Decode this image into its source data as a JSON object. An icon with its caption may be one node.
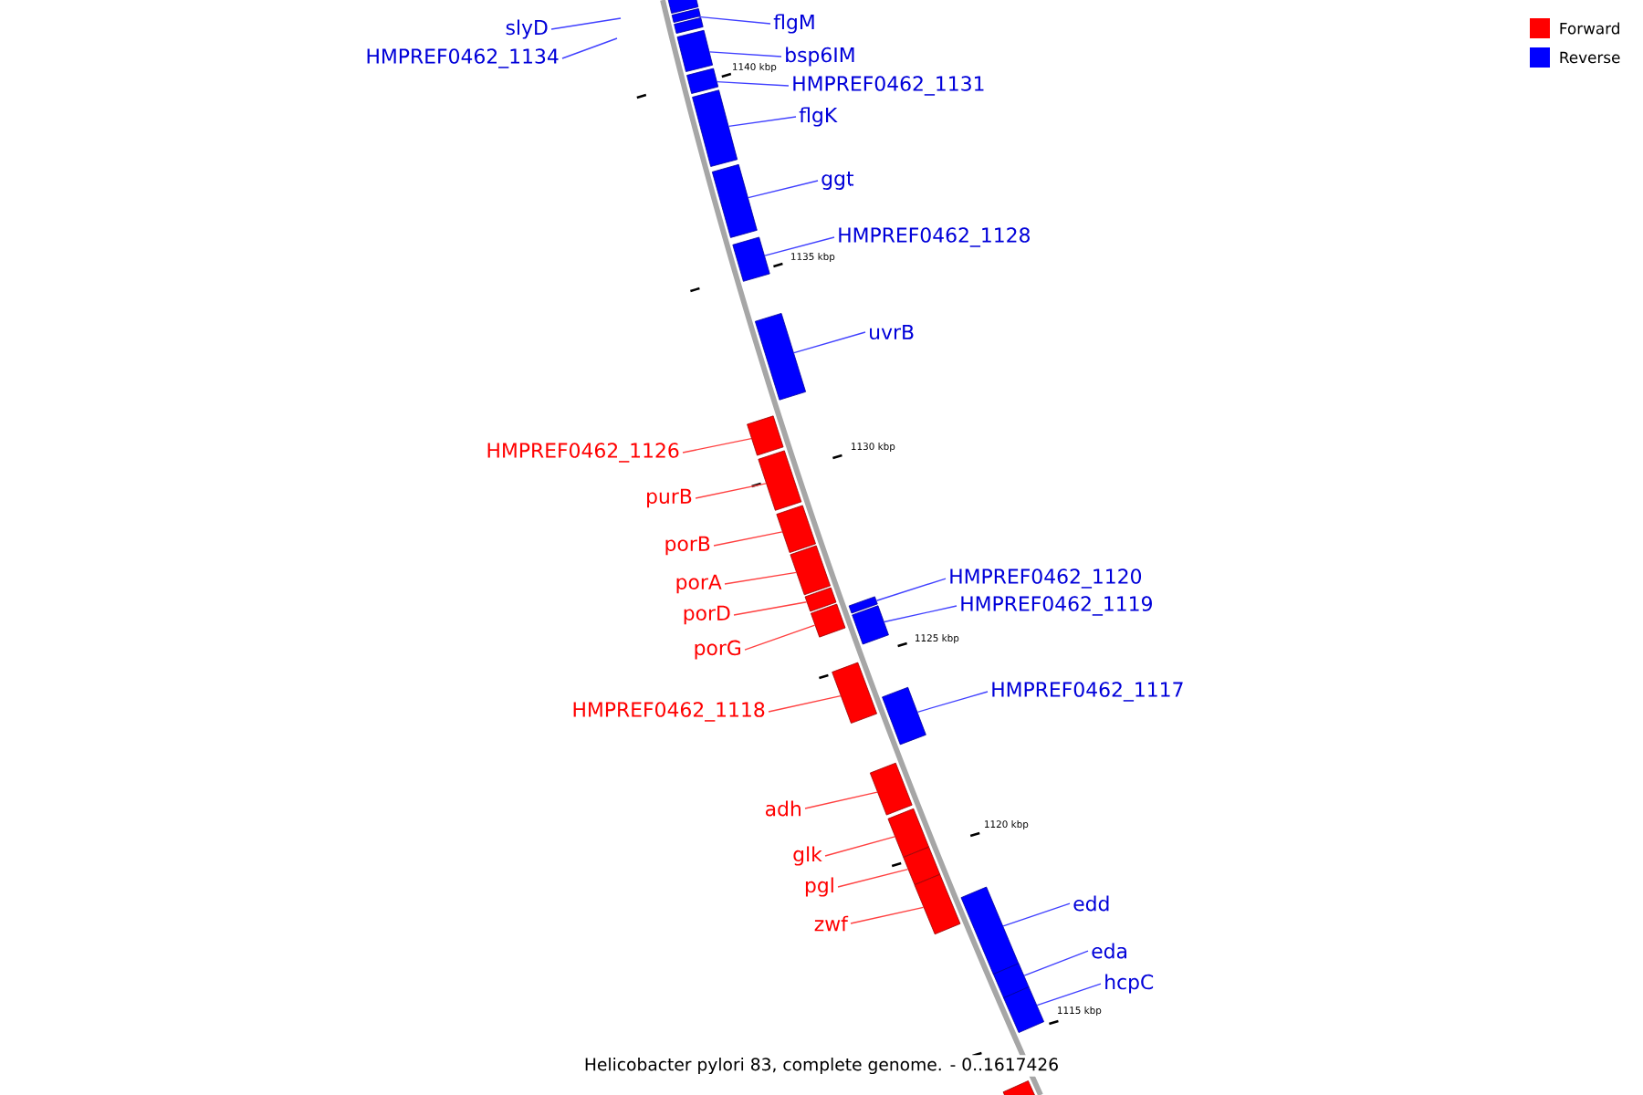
{
  "diagram": {
    "caption": "Helicobacter pylori 83, complete genome. - 0..1617426",
    "nodes": [
      {
        "text": [
          "slyD"
        ]
      },
      {
        "text": [
          "flgM"
        ]
      },
      {
        "text": [
          "HMPREF0462_1134"
        ]
      },
      {
        "text": [
          "bsp6IM"
        ]
      },
      {
        "text": [
          "HMPREF0462_1131"
        ]
      },
      {
        "text": [
          "flgK"
        ]
      },
      {
        "text": [
          "ggt"
        ]
      },
      {
        "text": [
          "HMPREF0462_1128"
        ]
      },
      {
        "text": [
          "uvrB"
        ]
      },
      {
        "text": [
          "HMPREF0462_1126"
        ]
      },
      {
        "text": [
          "purB"
        ]
      },
      {
        "text": [
          "porB"
        ]
      },
      {
        "text": [
          "HMPREF0462_1120"
        ]
      },
      {
        "text": [
          "porA"
        ]
      },
      {
        "text": [
          "HMPREF0462_1119"
        ]
      },
      {
        "text": [
          "porD"
        ]
      },
      {
        "text": [
          "porG"
        ]
      },
      {
        "text": [
          "HMPREF0462_1117"
        ]
      },
      {
        "text": [
          "HMPREF0462_1118"
        ]
      },
      {
        "text": [
          "adh"
        ]
      },
      {
        "text": [
          "glk"
        ]
      },
      {
        "text": [
          "pgl"
        ]
      },
      {
        "text": [
          "edd"
        ]
      },
      {
        "text": [
          "zwf"
        ]
      },
      {
        "text": [
          "eda"
        ]
      },
      {
        "text": [
          "hcpC"
        ]
      },
      {
        "text": [],
        "shape": "box"
      },
      {
        "text": [],
        "shape": "box"
      },
      {
        "text": [],
        "shape": "box"
      },
      {
        "text": [],
        "shape": "box"
      },
      {
        "text": [],
        "shape": "box"
      },
      {
        "text": [],
        "shape": "box"
      },
      {
        "text": [],
        "shape": "box"
      },
      {
        "text": [],
        "shape": "box"
      },
      {
        "text": [],
        "shape": "box"
      },
      {
        "text": [],
        "shape": "box"
      },
      {
        "text": [],
        "shape": "box"
      },
      {
        "text": [],
        "shape": "box"
      },
      {
        "text": [],
        "shape": "box"
      },
      {
        "text": [],
        "shape": "box"
      },
      {
        "text": [],
        "shape": "box"
      },
      {
        "text": [],
        "shape": "box"
      },
      {
        "text": [],
        "shape": "box"
      },
      {
        "text": [],
        "shape": "box"
      },
      {
        "text": [],
        "shape": "box"
      },
      {
        "text": [],
        "shape": "box"
      },
      {
        "text": [],
        "shape": "box"
      },
      {
        "text": [],
        "shape": "box"
      },
      {
        "text": [],
        "shape": "box"
      },
      {
        "text": [],
        "shape": "box"
      },
      {
        "text": [],
        "shape": "box"
      },
      {
        "text": [],
        "shape": "box"
      },
      {
        "text": [],
        "shape": "box"
      }
    ],
    "edges": [
      {
        "from": 0,
        "to": null,
        "arrow": "none"
      },
      {
        "from": 1,
        "to": 27,
        "arrow": "none"
      },
      {
        "from": 2,
        "to": null,
        "arrow": "none"
      },
      {
        "from": 3,
        "to": 29,
        "arrow": "none"
      },
      {
        "from": 4,
        "to": 30,
        "arrow": "none"
      },
      {
        "from": 5,
        "to": 31,
        "arrow": "none"
      },
      {
        "from": 6,
        "to": 32,
        "arrow": "none"
      },
      {
        "from": 7,
        "to": 33,
        "arrow": "none"
      },
      {
        "from": 8,
        "to": 34,
        "arrow": "none"
      },
      {
        "from": 9,
        "to": 35,
        "arrow": "none",
        "color": "#ff4040"
      },
      {
        "from": 10,
        "to": 36,
        "arrow": "none",
        "color": "#ff4040"
      },
      {
        "from": 11,
        "to": 37,
        "arrow": "none",
        "color": "#ff4040"
      },
      {
        "from": 12,
        "to": 41,
        "arrow": "none"
      },
      {
        "from": 13,
        "to": 38,
        "arrow": "none",
        "color": "#ff4040"
      },
      {
        "from": 14,
        "to": 42,
        "arrow": "none"
      },
      {
        "from": 15,
        "to": 39,
        "arrow": "none",
        "color": "#ff4040"
      },
      {
        "from": 16,
        "to": 40,
        "arrow": "none",
        "color": "#ff4040"
      },
      {
        "from": 17,
        "to": 44,
        "arrow": "none"
      },
      {
        "from": 18,
        "to": 43,
        "arrow": "none",
        "color": "#ff4040"
      },
      {
        "from": 19,
        "to": 45,
        "arrow": "none",
        "color": "#ff4040"
      },
      {
        "from": 20,
        "to": 46,
        "arrow": "none",
        "color": "#ff4040"
      },
      {
        "from": 21,
        "to": 47,
        "arrow": "none",
        "color": "#ff4040"
      },
      {
        "from": 22,
        "to": 49,
        "arrow": "none"
      },
      {
        "from": 23,
        "to": 48,
        "arrow": "none",
        "color": "#ff4040"
      },
      {
        "from": 24,
        "to": 50,
        "arrow": "none"
      },
      {
        "from": 25,
        "to": 51,
        "arrow": "none"
      }
    ],
    "labels": [
      "1140 kbp",
      "1135 kbp",
      "1130 kbp",
      "1125 kbp",
      "1120 kbp",
      "1115 kbp"
    ],
    "legend": [
      {
        "text": "Forward",
        "color": "#ff0000"
      },
      {
        "text": "Reverse",
        "color": "#0000ff"
      }
    ]
  }
}
